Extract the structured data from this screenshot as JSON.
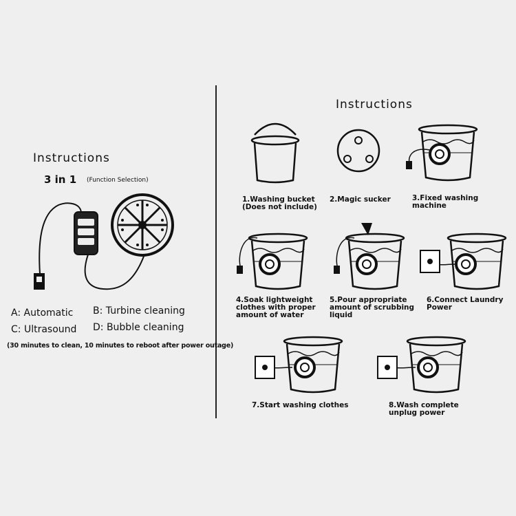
{
  "left": {
    "title": "Instructions",
    "subtitle": "3 in 1",
    "subtitle_note": "(Function Selection)",
    "functions": {
      "a": "A: Automatic",
      "b": "B: Turbine cleaning",
      "c": "C: Ultrasound",
      "d": "D: Bubble cleaning"
    },
    "note": "(30 minutes to clean, 10 minutes to reboot after power outage)"
  },
  "right": {
    "title": "Instructions",
    "steps": [
      "1.Washing bucket\n(Does not include)",
      "2.Magic sucker",
      "3.Fixed washing\nmachine",
      "4.Soak lightweight\nclothes with proper\namount of water",
      "5.Pour appropriate\namount of scrubbing\nliquid",
      "6.Connect Laundry\nPower",
      "7.Start washing clothes",
      "8.Wash complete\nunplug power"
    ]
  }
}
